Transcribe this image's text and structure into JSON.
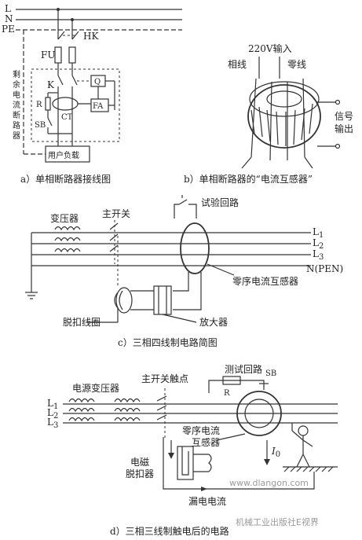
{
  "diagram_a": {
    "lines": [
      "L",
      "N",
      "PE"
    ],
    "hk": "HK",
    "fu": "FU",
    "k": "K",
    "q": "Q",
    "r": "R",
    "fa": "FA",
    "ct": "CT",
    "sb": "SB",
    "vertical_label": [
      "剩",
      "余",
      "电",
      "流",
      "断",
      "路",
      "器"
    ],
    "load": "用户负载",
    "caption": "a）单相断路器接线图"
  },
  "diagram_b": {
    "input": "220V输入",
    "phase": "相线",
    "neutral": "零线",
    "signal_1": "信号",
    "signal_2": "输出",
    "caption": "b）单相断路器的“电流互感器”"
  },
  "diagram_c": {
    "transformer": "变压器",
    "main_switch": "主开关",
    "test_loop": "试验回路",
    "l1": "L",
    "l1_sub": "1",
    "l2": "L",
    "l2_sub": "2",
    "l3": "L",
    "l3_sub": "3",
    "n_pen": "N(PEN)",
    "zero_seq_ct": "零序电流互感器",
    "trip_coil": "脱扣线圈",
    "amplifier": "放大器",
    "caption": "c）三相四线制电路简图"
  },
  "diagram_d": {
    "main_contact": "主开关触点",
    "test_loop": "测试回路",
    "sb": "SB",
    "power_transformer": "电源变压器",
    "r": "R",
    "l1": "L",
    "l1_sub": "1",
    "l2": "L",
    "l2_sub": "2",
    "l3": "L",
    "l3_sub": "3",
    "zero_seq_ct_1": "零序电流",
    "zero_seq_ct_2": "互感器",
    "em_1": "电磁",
    "em_2": "脱扣器",
    "i0": "I",
    "i0_sub": "0",
    "leak": "漏电电流",
    "caption": "d）三相三线制触电后的电路"
  },
  "watermark": "机械工业出版社E视界",
  "watermark_url": "www.dlangon.com"
}
